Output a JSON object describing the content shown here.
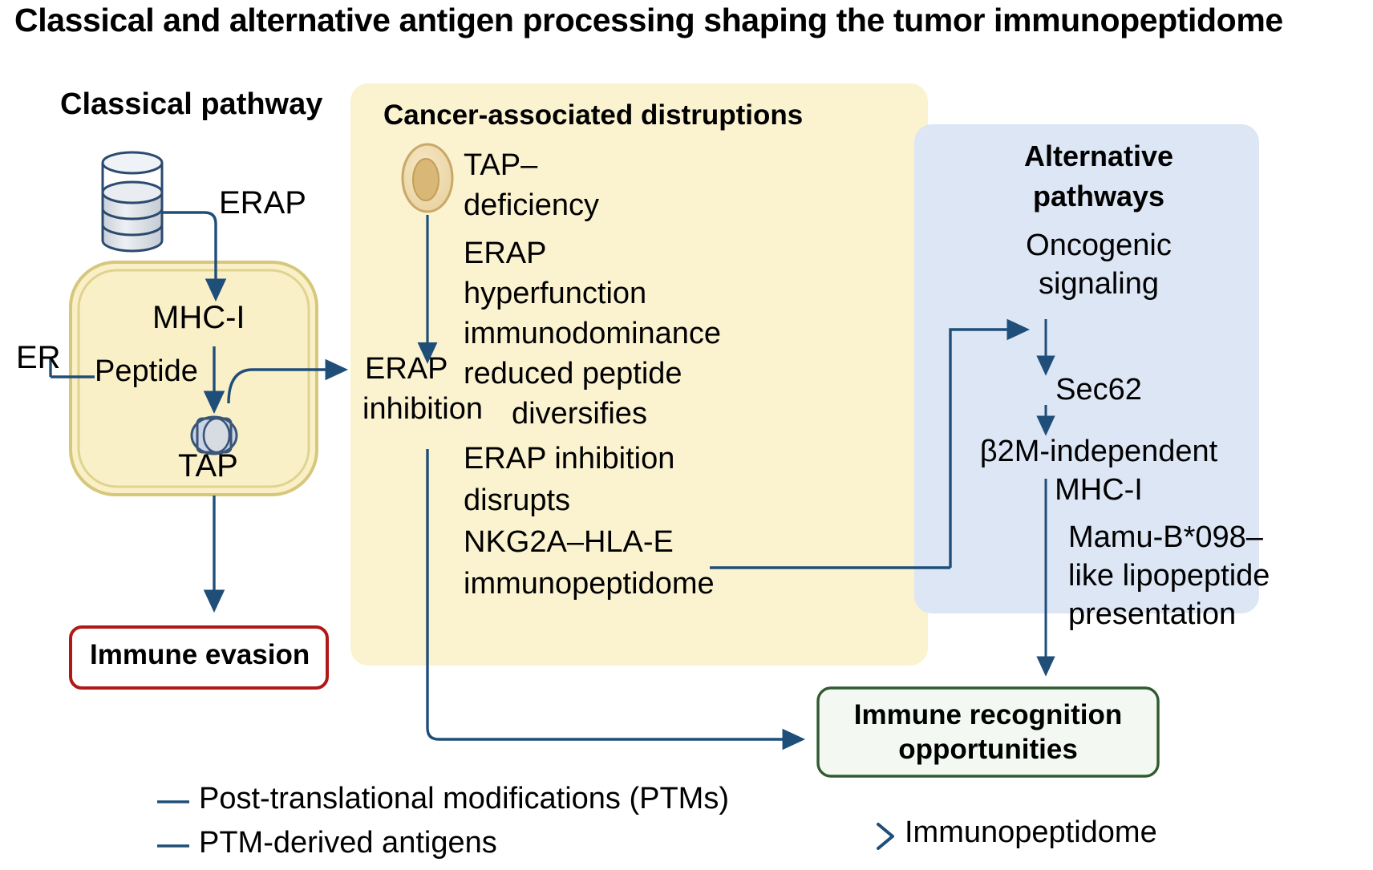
{
  "title": "Classical and alternative antigen processing shaping the tumor immunopeptidome",
  "colors": {
    "arrow": "#1F4E79",
    "yellow_panel_fill": "#FBF3D0",
    "blue_panel_fill": "#DCE6F5",
    "er_fill": "#FAF0C8",
    "er_stroke": "#D6C77A",
    "evasion_border": "#B01818",
    "recognition_border": "#2F5B2F",
    "recognition_fill": "#F3F8F3",
    "cell_fill": "#F0DCAE",
    "cell_nucleus": "#D9B877",
    "proteasome_fill": "#DCE0E6",
    "tap_fill": "#C9D4E4"
  },
  "classical": {
    "heading": "Classical pathway",
    "erap_label": "ERAP",
    "mhc_label": "MHC-I",
    "er_label": "ER",
    "peptide_label": "Peptide",
    "tap_label": "TAP",
    "evasion_label": "Immune evasion",
    "icons": {
      "proteasome": "proteasome-cylinder-icon",
      "tap_transporter": "tap-transporter-icon",
      "er_compartment": "er-compartment-icon"
    }
  },
  "disruptions": {
    "heading": "Cancer-associated distruptions",
    "cell_icon": "tumor-cell-icon",
    "item_tap": [
      "TAP–",
      "deficiency"
    ],
    "erap_inhibition": [
      "ERAP",
      "inhibition"
    ],
    "right_column": [
      "ERAP",
      "hyperfunction",
      "immunodominance",
      "reduced peptide",
      "diversifies"
    ],
    "block_nkg2a": [
      "ERAP inhibition",
      "disrupts",
      "NKG2A–HLA-E",
      "immunopeptidome"
    ]
  },
  "alternative": {
    "heading": [
      "Alternative",
      "pathways"
    ],
    "steps": [
      [
        "Oncogenic",
        "signaling"
      ],
      [
        "Sec62"
      ],
      [
        "β2M-independent",
        "MHC-I"
      ]
    ],
    "lipopeptide": [
      "Mamu-B*098–",
      "like lipopeptide",
      "presentation"
    ]
  },
  "recognition": {
    "label": [
      "Immune recognition",
      "opportunities"
    ]
  },
  "legend": {
    "items": [
      {
        "marker": "line-marker",
        "label": "Post-translational modifications (PTMs)"
      },
      {
        "marker": "line-marker",
        "label": "PTM-derived antigens"
      }
    ],
    "right": {
      "marker": "chevron-right-icon",
      "label": "Immunopeptidome"
    }
  }
}
